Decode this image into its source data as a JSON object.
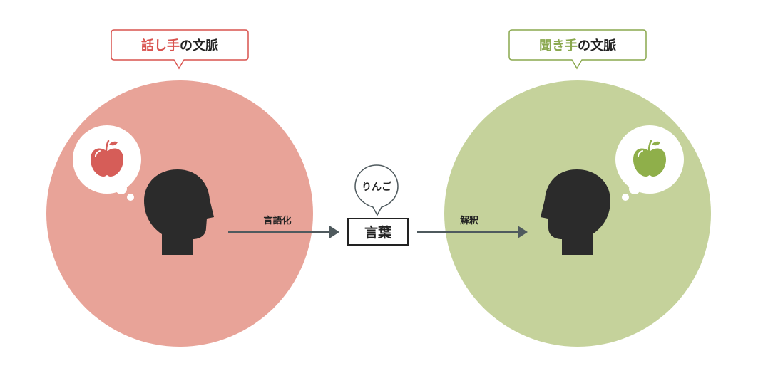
{
  "speaker": {
    "label_accent": "話し手",
    "label_rest": "の文脈",
    "accent_color": "#d9534f",
    "circle_color": "#e8a398",
    "apple_color": "#d65d58",
    "icon": "head-silhouette-icon"
  },
  "listener": {
    "label_accent": "聞き手",
    "label_rest": "の文脈",
    "accent_color": "#8aa84e",
    "circle_color": "#c5d29b",
    "apple_color": "#8faf4a",
    "icon": "head-silhouette-icon"
  },
  "flow": {
    "encode_label": "言語化",
    "word_label": "言葉",
    "word_bubble": "りんご",
    "decode_label": "解釈",
    "arrow_color": "#4f5a5e"
  }
}
